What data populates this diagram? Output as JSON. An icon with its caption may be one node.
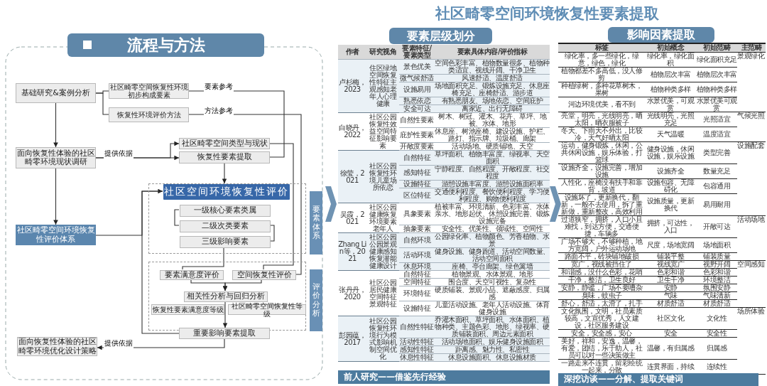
{
  "diagram": {
    "title": "社区畸零空间环境恢复性要素提取",
    "nodes": [
      {
        "text": [
          "基础研究&案例分析"
        ]
      },
      {
        "text": [
          "社区畸零空间恢复性环境初步构成要素"
        ]
      },
      {
        "text": [
          "恢复性环境评价方法"
        ]
      },
      {
        "text": [
          "面向恢复性体验的社区畸零环境现状调研"
        ]
      },
      {
        "text": [
          "社区畸零空间类型与现状"
        ]
      },
      {
        "text": [
          "恢复性要素提取"
        ]
      },
      {
        "text": [
          "社区畸零空间环境恢复性评价体系"
        ]
      },
      {
        "text": [
          "要素体系"
        ]
      },
      {
        "text": [
          "社区空间环境恢复性评价"
        ],
        "in": 7
      },
      {
        "text": [
          "一级核心要素类属"
        ],
        "in": 7
      },
      {
        "text": [
          "二级次类要素"
        ],
        "in": 7
      },
      {
        "text": [
          "三级影响要素"
        ],
        "in": 7
      },
      {
        "text": [
          "评价分析"
        ]
      },
      {
        "text": [
          "要素满意度评价"
        ],
        "in": 12
      },
      {
        "text": [
          "空间恢复性评价"
        ],
        "in": 12
      },
      {
        "text": [
          "相关性分析与回归分析"
        ],
        "in": 12
      },
      {
        "text": [
          "恢复性要素满意度等级"
        ],
        "in": 12
      },
      {
        "text": [
          "社区畸零空间恢复性等级"
        ],
        "in": 12
      },
      {
        "text": [
          "重要影响要素提取"
        ]
      },
      {
        "text": [
          "面向恢复性体验的社区畸零环境优化设计策略"
        ]
      }
    ],
    "edges": [
      {
        "from": 0,
        "to": 1,
        "arrow": "none"
      },
      {
        "from": 0,
        "to": 2,
        "arrow": "none"
      },
      {
        "from": 0,
        "to": 3,
        "arrow": "to"
      },
      {
        "from": 1,
        "to": 5,
        "arrow": "none",
        "label": "要素参考"
      },
      {
        "from": 2,
        "to": 14,
        "arrow": "none",
        "label": "方法参考"
      },
      {
        "from": 3,
        "to": 4,
        "arrow": "to"
      },
      {
        "from": 3,
        "to": 5,
        "arrow": "to",
        "label": "提供依据"
      },
      {
        "from": 4,
        "to": 14,
        "arrow": "none"
      },
      {
        "from": 5,
        "to": 8,
        "arrow": "to"
      },
      {
        "from": 3,
        "to": 6,
        "arrow": "to"
      },
      {
        "from": 6,
        "to": 8,
        "arrow": "to"
      },
      {
        "from": 18,
        "to": 8,
        "arrow": "none"
      },
      {
        "from": 9,
        "to": 10,
        "arrow": "none"
      },
      {
        "from": 10,
        "to": 11,
        "arrow": "none"
      },
      {
        "from": 11,
        "to": 13,
        "arrow": "none"
      },
      {
        "from": 13,
        "to": 15,
        "arrow": "to"
      },
      {
        "from": 14,
        "to": 15,
        "arrow": "to"
      },
      {
        "from": 15,
        "to": 18,
        "arrow": "to"
      },
      {
        "from": 18,
        "to": 19,
        "arrow": "to",
        "label": "提供依据"
      }
    ],
    "labels": [
      "流程与方法",
      "要素层级划分",
      "影响因素提取",
      "作者",
      "研究视角",
      "要素特征/要素类型",
      "要素具体内容/评价指标",
      "卢杉梅，2023",
      "住区绿地空间恢复性特征主观感知老年人心理健康",
      "景色优美",
      "空间色彩丰富、植物数量很多、植物种类适宜、视线开阔、干净卫生",
      "微气候舒适",
      "风速舒适、温度舒适",
      "设施易用",
      "场地面积充足、锻炼设施充足、休息座椅充足、座椅舒适、游步道",
      "熟悉依恋",
      "有熟悉朋友、场地依恋、空间庇护",
      "安全可达",
      "离家近、出行无障碍",
      "白晓丹，2022",
      "社区公园恢复性效益空间特征影响要素",
      "自然性要素",
      "树木、树冠、灌木、花卉、草坪、地被、水体、地形",
      "庇护性要素",
      "休息座、树池座椅、建设设施、护栏、路灯、指示牌、垃圾桶、廊架",
      "开敞度要素",
      "活动场地、硬质铺地、天空",
      "徐莹，2021",
      "社区公园恢复性环境儿童场所依恋",
      "自然特征",
      "草坪面积、植物丰富度、绿视率、天空面积",
      "感知特征",
      "宁静程度、自然程度、开敞程度、社交程度",
      "设施特征",
      "游憩设施丰富度、游憩设施面积率",
      "区位特征",
      "交通便利程度、餐饮便利程度、学习便利程度、购物便利程度",
      "吴霞，2021",
      "社区公园健康恢复环境要素老年人",
      "具象要素",
      "植被丰富、环境清新、色彩丰富、水体亲水、地形起伏、休憩设施完善、锻炼设施完备",
      "抽象要素",
      "安全性、优美性、领域性、空间性",
      "Zhang Lin等，2021",
      "社区公园公园景观健康感知恢复潜能健康设计",
      "自然环境",
      "公园绿化率、植物颜色、芳香植物、水景",
      "活动环境",
      "健身设施、健身跑道、活动空间数量、活动空间面积",
      "休息环境",
      "座椅、亭台廊架、绿色篱墙",
      "张丹丹，2020",
      "社区公园居民健康空间特征景观特征",
      "自然特征",
      "植物景观、水体景观、地形",
      "空间特征",
      "围合度、天空可视性、复杂性",
      "环境特征",
      "硬质铺装、景观小品、遮蔽感度、归属感",
      "设施特征",
      "儿童活动设施、老年人活动设施、体育健身设施",
      "彭园蕴，2017",
      "社区公园恢复性环境行为模式影响机制空间优化",
      "自然性特征",
      "乔灌木面积、草坪面积、水体面积、植物种类、主题色彩、地形、绿视率、硬质铺装面积、周边元素面积",
      "活动性特征",
      "活动场地面积、娱乐健身设施面积",
      "感知性特征",
      "距离感、魅力性、私密性",
      "休息性特征",
      "休息设施面积、休息设施材质",
      "前人研究——借鉴先行经验",
      "标签",
      "初始概念",
      "初始范畴",
      "主范畴",
      "绿化率，多一些绿化，绿意，绿色，绿化",
      "绿化率，绿化面积",
      "绿化面积充足",
      "景观绿化",
      "植物都差不多高低，没人修剪",
      "植物层次丰富",
      "植物层次丰富",
      "种植绿树，多种花草树木，果树",
      "植物种类多样",
      "植物种类多样",
      "河边环境优美，看不到",
      "水景优美，可观赏",
      "水景优美可观赏",
      "亮堂，明亮，光线明亮，晒太阳，晒衣服被子",
      "光线明亮，光照充足",
      "光照适宜",
      "气候光照",
      "冬天、下雨天不外出，比较冷，天气好晒太阳",
      "天气温暖",
      "温度适宜",
      "运动，健身锻炼，休闲，公共休闲设施，娱乐体验，打篮球",
      "健身设施，休闲设施，娱乐设施",
      "类型完善",
      "设施配套",
      "设施齐全，设施完善，增加设施",
      "设施齐全",
      "数量充足",
      "人性化，座椅没有扶手和靠背，坡道",
      "设施包容、无障碍化",
      "包容通用",
      "设施坏了，更新换代，翻新，一般不去使用，拆了重新做，重新整改，高效利用",
      "设施质量，更新换代",
      "易用耐用",
      "过道狭窄，拥挤，入口小且难找，到达方便，交通便捷，车辆多",
      "拥挤，可达性，入口",
      "开敞可达",
      "活动场地",
      "广场不够大，不够种植，地方宽阔，户外运动场地",
      "尺度，场地宽阔",
      "场地面积",
      "路面不平，砖块铺地破损",
      "铺装平整",
      "铺装质量",
      "宽广，视线被挡住了",
      "视线宽广",
      "视野开阔",
      "空间感知",
      "和谐感，没什么色彩，花哨",
      "色彩和谐",
      "色彩和谐",
      "干净，整洁，卫生良好",
      "卫生干净",
      "环境整洁",
      "安静，静谧，广场不要嘈杂",
      "安静",
      "氛围安静",
      "臭味，蚊虫子",
      "气味",
      "气味清新",
      "舒心，舒适，太滑了，扎手",
      "材质舒适",
      "材质舒适",
      "文化氛围，文明，社员素质较高，文宣优秀，人文建设，社区服务建设",
      "社区文化",
      "文化性",
      "场所体验",
      "安全，安全感，安心",
      "安全",
      "安全性",
      "美好，祥和，安逸，温馨，有爱，团结，乐于助人，社员可以对一些决策做主",
      "温馨，有归属感",
      "归属感",
      "一路走来不连贯，留彩绘统一起来，分散",
      "连贯界面，持续",
      "连续性",
      "深挖访谈——分解、提取关键词"
    ]
  }
}
